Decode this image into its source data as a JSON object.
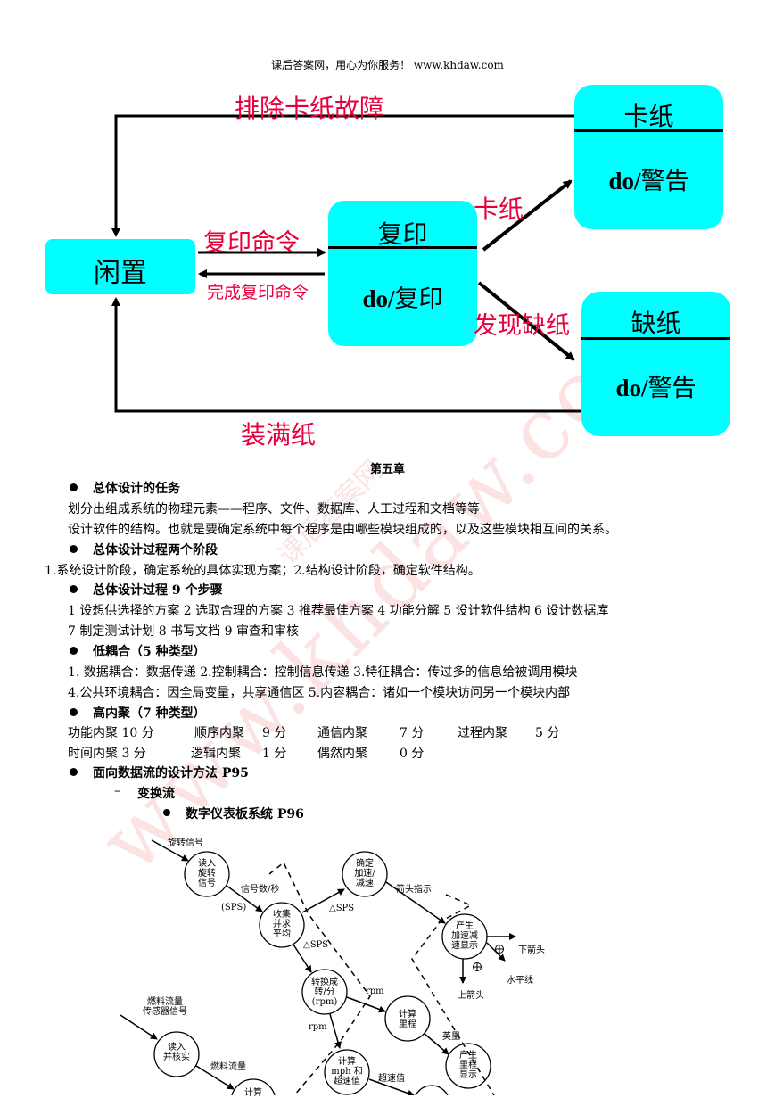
{
  "header": "课后答案网，用心为你服务！   www.khdaw.com",
  "state_diagram": {
    "idle": "闲置",
    "copy": {
      "name": "复印",
      "action_prefix": "do/",
      "action": "复印"
    },
    "jam": {
      "name": "卡纸",
      "action_prefix": "do/",
      "action": "警告"
    },
    "out": {
      "name": "缺纸",
      "action_prefix": "do/",
      "action": "警告"
    },
    "t_clear": "排除卡纸故障",
    "t_copy_cmd": "复印命令",
    "t_done": "完成复印命令",
    "t_jam": "卡纸",
    "t_out": "发现缺纸",
    "t_fill": "装满纸"
  },
  "chapter": "第五章",
  "sections": {
    "s1_title": "总体设计的任务",
    "s1_l1": "划分出组成系统的物理元素——程序、文件、数据库、人工过程和文档等等",
    "s1_l2": "设计软件的结构。也就是要确定系统中每个程序是由哪些模块组成的，以及这些模块相互间的关系。",
    "s2_title": "总体设计过程两个阶段",
    "s2_l1": "1.系统设计阶段，确定系统的具体实现方案；2.结构设计阶段，确定软件结构。",
    "s3_title": "总体设计过程 9 个步骤",
    "s3_l1": "1 设想供选择的方案  2 选取合理的方案  3 推荐最佳方案  4 功能分解  5 设计软件结构  6  设计数据库",
    "s3_l2": "7 制定测试计划  8 书写文档  9 审查和审核",
    "s4_title": "低耦合（5 种类型）",
    "s4_l1": "1.  数据耦合：数据传递  2.控制耦合：控制信息传递  3.特征耦合：传过多的信息给被调用模块",
    "s4_l2": "4.公共环境耦合：因全局变量，共享通信区    5.内容耦合：诸如一个模块访问另一个模块内部",
    "s5_title": "高内聚（7 种类型）",
    "cohesion": [
      [
        "功能内聚 10 分",
        "顺序内聚",
        "9 分",
        "通信内聚",
        "7 分",
        "过程内聚",
        "5 分"
      ],
      [
        "时间内聚 3 分",
        "逻辑内聚",
        "1 分",
        "偶然内聚",
        "0 分"
      ]
    ],
    "s6_title": "面向数据流的设计方法 P95",
    "s6_sub": "变换流",
    "s6_subsub": "数字仪表板系统 P96"
  },
  "dfd": {
    "rot_signal": "旋转信号",
    "read": "读入\n旋转\n信号",
    "sps_label": "信号数/秒",
    "sps": "(SPS)",
    "collect": "收集\n并求\n平均",
    "determine": "确定\n加速/\n减速",
    "dsps1": "△SPS",
    "dsps2": "△SPS",
    "arrow_ind": "箭头指示",
    "produce_acc": "产生\n加速减\n速显示",
    "down_arrow": "下箭头",
    "horiz": "水平线",
    "up_arrow": "上箭头",
    "convert": "转换成\n转/分\n(rpm)",
    "rpm1": "rpm",
    "rpm2": "rpm",
    "calc_mileage": "计算\n里程",
    "miles": "英里",
    "produce_mileage": "产生\n里程\n显示",
    "calc_mph": "计算\nmph 和\n超速值",
    "overspeed": "超速值",
    "fuel_signal": "燃料流量\n传感器信号",
    "read_verify": "读入\n并核实",
    "fuel_flow": "燃料流量",
    "calc_partial": "计算"
  },
  "watermark": "www.khdaw.com",
  "watermark_cn": "课后答案网"
}
